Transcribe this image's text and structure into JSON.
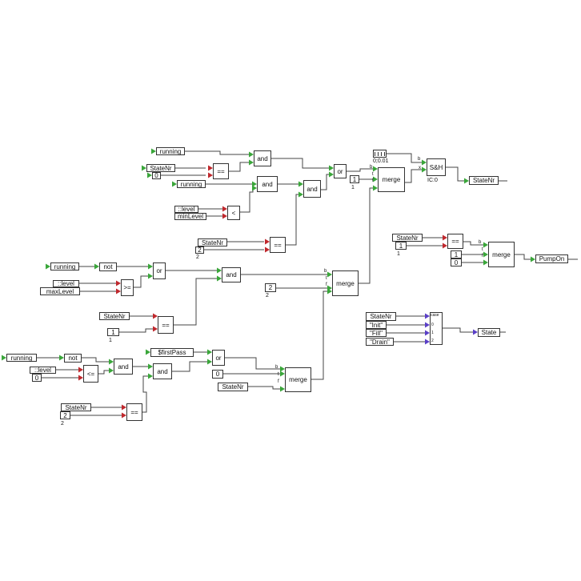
{
  "colors": {
    "input_port": "#3aa63a",
    "output_port": "#c0282d",
    "case_port": "#5a3fc7",
    "wire": "#444444"
  },
  "blocks": {
    "running_top": "running",
    "statenr_1": "StateNr",
    "zero_1": "0",
    "eq_1": "==",
    "and_1": "and",
    "running_2": "running",
    "and_2": "and",
    "and_3": "and",
    "level_1": "::level",
    "minlevel": "minLevel",
    "lt": "<",
    "statenr_2": "StateNr",
    "two_1": "2",
    "eq_2": "==",
    "or_1": "or",
    "one_1": "1",
    "merge_1": "merge",
    "sh": "S&H",
    "statenr_out": "StateNr",
    "statenr_3": "StateNr",
    "one_2": "1",
    "eq_3": "==",
    "one_3": "1",
    "zero_2": "0",
    "merge_2": "merge",
    "pumpon": "PumpOn",
    "running_3": "running",
    "not_1": "not",
    "level_2": "::level",
    "maxlevel": "maxLevel",
    "ge": ">=",
    "or_2": "or",
    "and_4": "and",
    "two_2": "2",
    "merge_3": "merge",
    "statenr_4": "StateNr",
    "one_4": "1",
    "eq_4": "==",
    "statenr_5": "StateNr",
    "init": "\"Init\"",
    "fill": "\"Fill\"",
    "drain": "\"Drain\"",
    "state": "State",
    "running_4": "running",
    "not_2": "not",
    "level_3": "::level",
    "zero_3": "0",
    "le": "<=",
    "and_5": "and",
    "and_6": "and",
    "firstpass": "$firstPass",
    "or_3": "or",
    "zero_4": "0",
    "statenr_6": "StateNr",
    "merge_4": "merge",
    "statenr_7": "StateNr",
    "two_3": "2",
    "eq_5": "=="
  },
  "labels": {
    "clock_value": "0;0.01",
    "ic": "IC:0",
    "one_1_sub": "1",
    "two_1_sub": "2",
    "one_2_sub": "1",
    "two_2_sub": "2",
    "one_4_sub": "1",
    "two_3_sub": "2"
  },
  "port_labels": {
    "b": "b",
    "t": "t",
    "f": "f",
    "x": "x",
    "case": "case",
    "c0": "0",
    "c1": "1",
    "c2": "2"
  }
}
